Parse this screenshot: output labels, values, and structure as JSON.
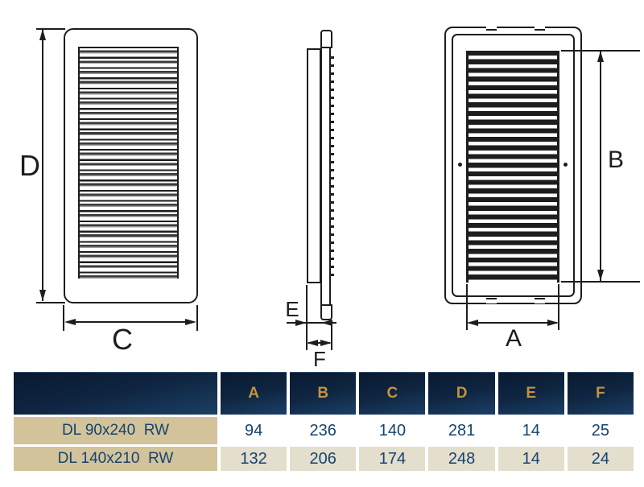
{
  "diagram": {
    "labels": {
      "front_height": "D",
      "front_width": "C",
      "side_collar_depth": "E",
      "side_total_depth": "F",
      "rear_duct_height": "B",
      "rear_duct_width": "A"
    }
  },
  "table": {
    "columns": [
      "A",
      "B",
      "C",
      "D",
      "E",
      "F"
    ],
    "rows": [
      {
        "model": "DL 90x240  RW",
        "values": [
          "94",
          "236",
          "140",
          "281",
          "14",
          "25"
        ]
      },
      {
        "model": "DL 140x210  RW",
        "values": [
          "132",
          "206",
          "174",
          "248",
          "14",
          "24"
        ]
      }
    ]
  },
  "colors": {
    "line": "#1d1d1d",
    "header_navy": "#0e2440",
    "accent_gold": "#c3933d",
    "model_tan": "#d3c39b",
    "row_beige": "#e4decd",
    "text_navy": "#15436e"
  }
}
